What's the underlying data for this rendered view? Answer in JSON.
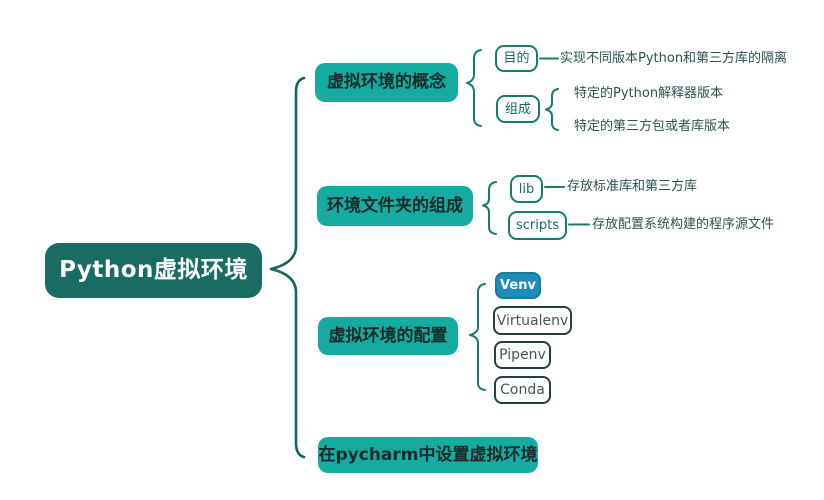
{
  "colors": {
    "root-fill": "#1a6b61",
    "branch-fill": "#16aba0",
    "branch-text": "#1c2a28",
    "teal-line": "#177b6f",
    "teal-text": "#166a60",
    "leaf-text": "#2b534e",
    "venv-fill": "#1e8dbc",
    "venv-border": "#1a7d9d",
    "dark-border": "#243f41",
    "dark-text": "#4a5454",
    "brace": "#14665d"
  },
  "root": {
    "label": "Python虚拟环境"
  },
  "branches": [
    {
      "label": "虚拟环境的概念",
      "children": [
        {
          "label": "目的",
          "leaves": [
            "实现不同版本Python和第三方库的隔离"
          ]
        },
        {
          "label": "组成",
          "leaves": [
            "特定的Python解释器版本",
            "特定的第三方包或者库版本"
          ]
        }
      ]
    },
    {
      "label": "环境文件夹的组成",
      "children": [
        {
          "label": "lib",
          "leaves": [
            "存放标准库和第三方库"
          ]
        },
        {
          "label": "scripts",
          "leaves": [
            "存放配置系统构建的程序源文件"
          ]
        }
      ]
    },
    {
      "label": "虚拟环境的配置",
      "children": [
        {
          "label": "Venv"
        },
        {
          "label": "Virtualenv"
        },
        {
          "label": "Pipenv"
        },
        {
          "label": "Conda"
        }
      ]
    },
    {
      "label": "在pycharm中设置虚拟环境",
      "children": []
    }
  ]
}
